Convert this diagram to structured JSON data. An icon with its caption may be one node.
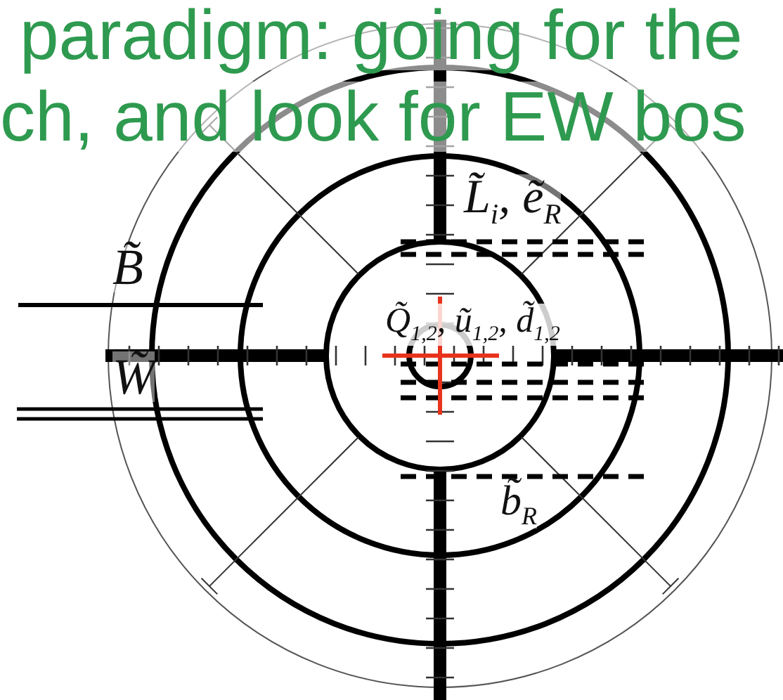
{
  "diagram": {
    "labels": [
      "paradigm: going for the",
      "ch, and look for EW bos",
      "L̃$_{i}$, ẽ$_{R}$",
      "B̃",
      "W̃",
      "Q̃$_{1,2}$, ũ$_{1,2}$, d̃$_{1,2}$",
      "b̃$_{R}$"
    ]
  }
}
